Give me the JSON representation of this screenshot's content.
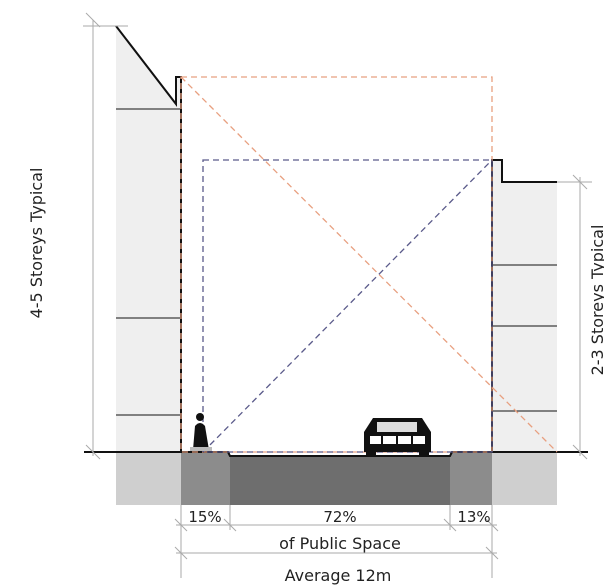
{
  "labels": {
    "left_height": "4-5 Storeys Typical",
    "right_height": "2-3 Storeys Typical",
    "pct_left": "15%",
    "pct_center": "72%",
    "pct_right": "13%",
    "public_space": "of Public Space",
    "width": "Average 12m"
  },
  "colors": {
    "building_fill": "#efefef",
    "ground_light": "#cfcfcf",
    "ground_dark": "#6e6e6e",
    "orange_dash": "#e8a080",
    "blue_dash": "#5a5a8a",
    "outline": "#111111"
  }
}
